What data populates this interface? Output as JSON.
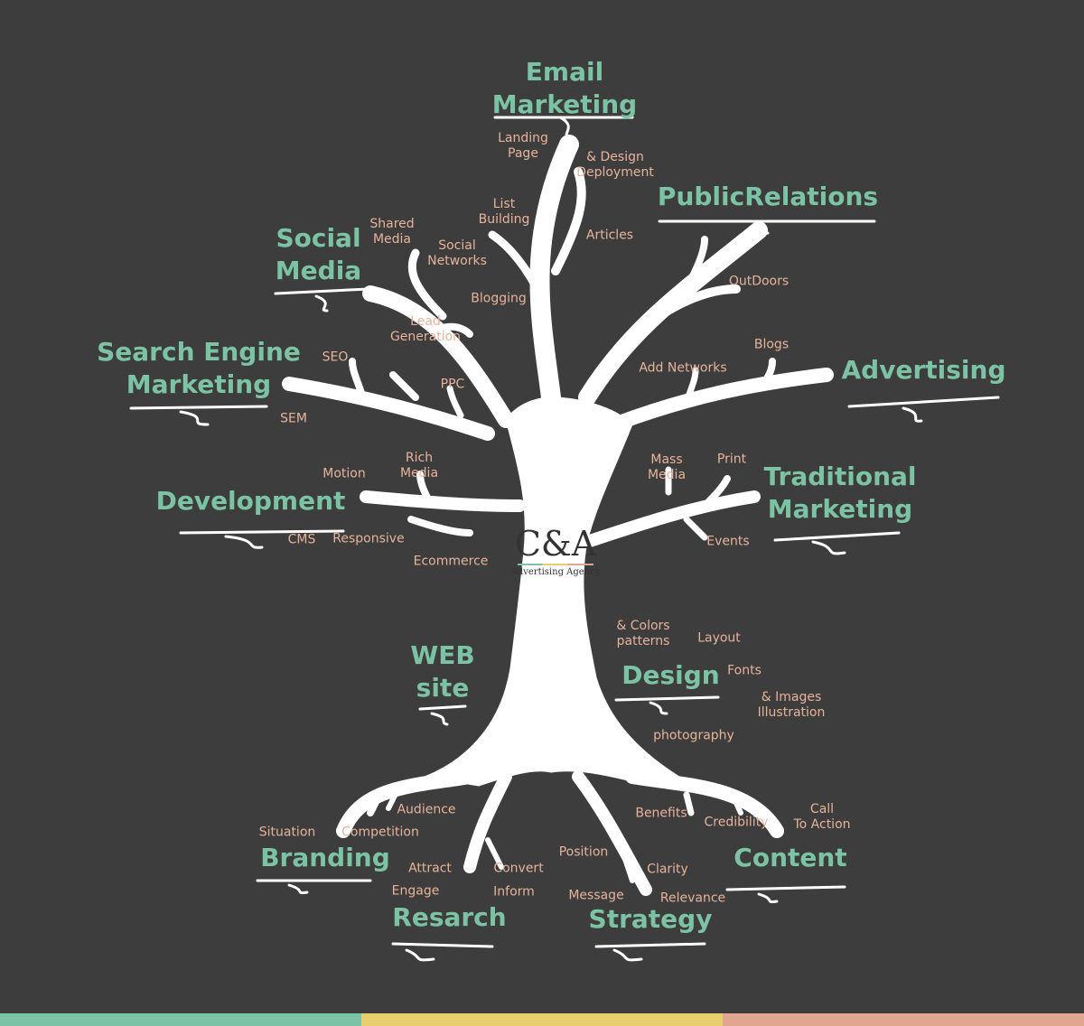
{
  "categories": {
    "email": "Email\nMarketing",
    "pr": "PublicRelations",
    "social": "Social\nMedia",
    "sem": "Search Engine\nMarketing",
    "advertising": "Advertising",
    "development": "Development",
    "traditional": "Traditional\nMarketing",
    "web": "WEB\nsite",
    "design": "Design",
    "branding": "Branding",
    "research": "Resarch",
    "strategy": "Strategy",
    "content": "Content"
  },
  "subs": {
    "landing_page": "Landing\nPage",
    "design_deployment": "& Design\nDeployment",
    "list_building": "List\nBuilding",
    "articles": "Articles",
    "shared_media": "Shared\nMedia",
    "social_networks": "Social\nNetworks",
    "outdoors": "OutDoors",
    "blogging": "Blogging",
    "lead_generation": "Lead\nGeneration",
    "seo": "SEO",
    "blogs": "Blogs",
    "add_networks": "Add Networks",
    "ppc": "PPC",
    "sem": "SEM",
    "rich_media": "Rich\nMedia",
    "motion": "Motion",
    "mass_media": "Mass\nMedia",
    "print": "Print",
    "responsive": "Responsive",
    "cms": "CMS",
    "events": "Events",
    "ecommerce": "Ecommerce",
    "colors_patterns": "& Colors\npatterns",
    "layout": "Layout",
    "fonts": "Fonts",
    "images_illustration": "& Images\nIllustration",
    "photography": "photography",
    "audience": "Audience",
    "situation": "Situation",
    "competition": "Competition",
    "benefits": "Benefits",
    "credibility": "Credibility",
    "call_to_action": "Call\nTo Action",
    "position": "Position",
    "attract": "Attract",
    "convert": "Convert",
    "clarity": "Clarity",
    "engage": "Engage",
    "inform": "Inform",
    "message": "Message",
    "relevance": "Relevance"
  },
  "logo": {
    "mark": "C&A",
    "subtitle": "Advertising Agency"
  },
  "colors": {
    "background": "#3d3d3d",
    "tree": "#ffffff",
    "category": "#7cc3a6",
    "subtopic": "#e6b39c",
    "bar_green": "#7cc3a6",
    "bar_yellow": "#e7cf6f",
    "bar_salmon": "#e0a68f"
  }
}
